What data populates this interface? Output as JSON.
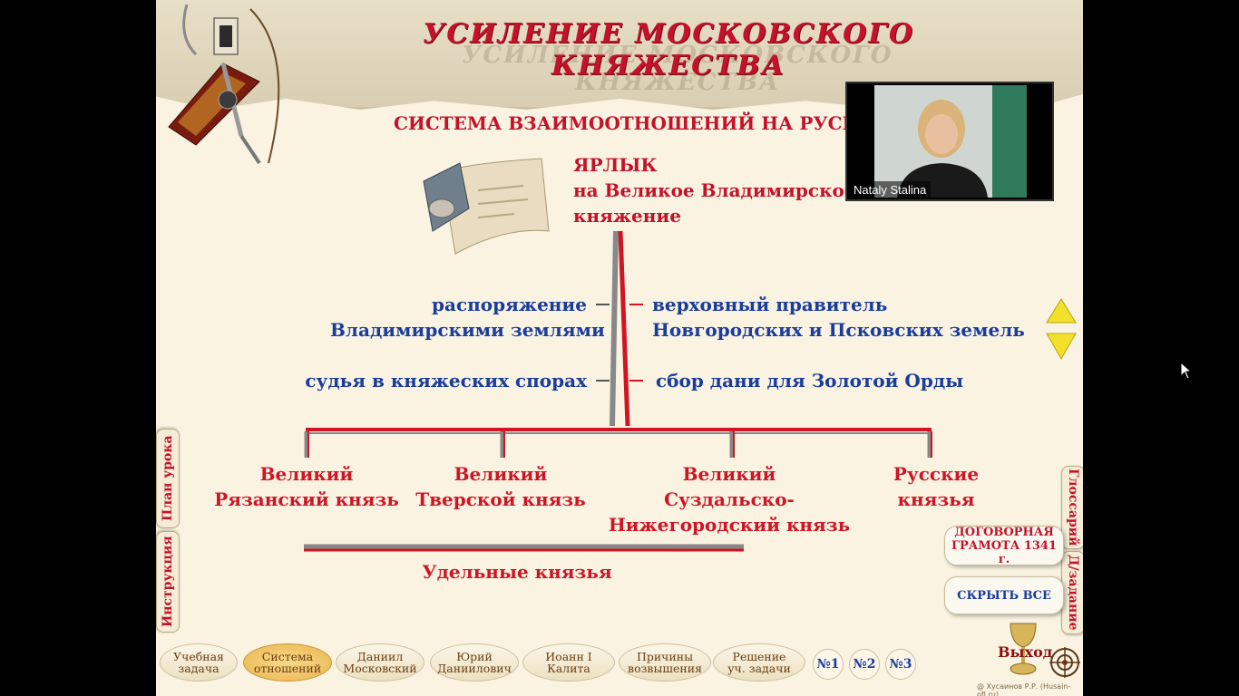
{
  "banner": {
    "title": "УСИЛЕНИЕ МОСКОВСКОГО КНЯЖЕСТВА"
  },
  "diagram": {
    "title": "СИСТЕМА ВЗАИМООТНОШЕНИЙ НА РУСИ",
    "yarlyk_line1": "ЯРЛЫК",
    "yarlyk_line2": "на Великое Владимирское",
    "yarlyk_line3": "княжение",
    "left1_line1": "распоряжение",
    "left1_line2": "Владимирскими землями",
    "left2": "судья в княжеских спорах",
    "right1_line1": "верховный правитель",
    "right1_line2": "Новгородских и Псковских земель",
    "right2": "сбор дани для Золотой Орды",
    "princes": [
      {
        "line1": "Великий",
        "line2": "Рязанский князь",
        "line3": ""
      },
      {
        "line1": "Великий",
        "line2": "Тверской князь",
        "line3": ""
      },
      {
        "line1": "Великий",
        "line2": "Суздальско-",
        "line3": "Нижегородский князь"
      },
      {
        "line1": "Русские",
        "line2": "князья",
        "line3": ""
      }
    ],
    "appanage": "Удельные князья"
  },
  "side_tabs": {
    "lesson_plan": "План урока",
    "instruction": "Инструкция",
    "glossary": "Глоссарий",
    "homework": "Д/задание"
  },
  "buttons": {
    "treaty_line1": "ДОГОВОРНАЯ",
    "treaty_line2": "ГРАМОТА 1341 г.",
    "hide_all": "СКРЫТЬ ВСЕ"
  },
  "nav": {
    "items": [
      {
        "line1": "Учебная",
        "line2": "задача"
      },
      {
        "line1": "Система",
        "line2": "отношений"
      },
      {
        "line1": "Даниил",
        "line2": "Московский"
      },
      {
        "line1": "Юрий",
        "line2": "Даниилович"
      },
      {
        "line1": "Иоанн I Калита",
        "line2": ""
      },
      {
        "line1": "Причины",
        "line2": "возвышения"
      },
      {
        "line1": "Решение",
        "line2": "уч. задачи"
      }
    ],
    "numbers": [
      "№1",
      "№2",
      "№3"
    ],
    "exit": "Выход",
    "active_index": 1
  },
  "copyright": "@ Хусаинов Р.Р. (Husain-ofl.ru)",
  "video": {
    "participant": "Nataly Stalina"
  },
  "colors": {
    "title_red": "#c4122a",
    "text_blue": "#1a3c9c",
    "background": "#faf3e2"
  }
}
